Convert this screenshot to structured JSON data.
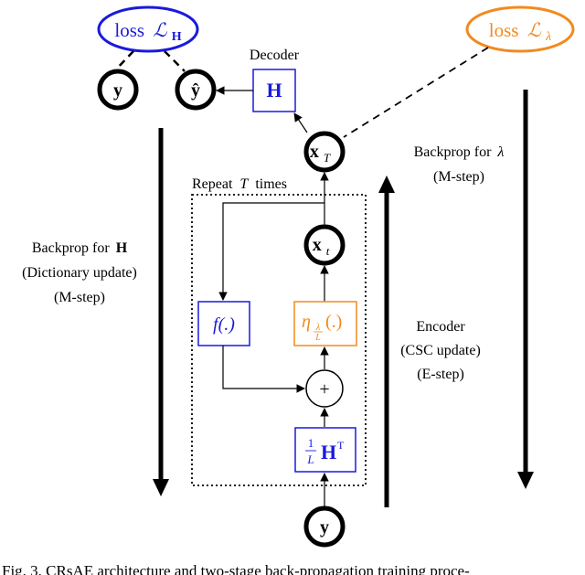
{
  "nodes": {
    "loss_h": {
      "prefix": "loss",
      "symbol": "ℒ",
      "sub": "H",
      "color": "#1a1adb"
    },
    "loss_lambda": {
      "prefix": "loss",
      "symbol": "ℒ",
      "sub": "λ",
      "color": "#f28a1e"
    },
    "y_out": {
      "label": "y"
    },
    "y_hat": {
      "label": "ŷ"
    },
    "decoder_label": "Decoder",
    "decoder_h": {
      "label": "H",
      "color": "#1a1adb"
    },
    "x_T": {
      "base": "x",
      "sub": "T"
    },
    "x_t": {
      "base": "x",
      "sub": "t"
    },
    "f_box": {
      "label": "f(.)",
      "color": "#1a1adb"
    },
    "eta_box": {
      "base": "η",
      "num": "λ",
      "den": "L",
      "arg": "(.)",
      "color": "#f28a1e"
    },
    "plus": {
      "label": "+"
    },
    "ht_box": {
      "num": "1",
      "den": "L",
      "base": "H",
      "sup": "T",
      "color": "#1a1adb"
    },
    "y_in": {
      "label": "y"
    }
  },
  "repeat": {
    "prefix": "Repeat",
    "var": "T",
    "suffix": "times"
  },
  "labels": {
    "backprop_h": [
      "Backprop for",
      "H",
      "(Dictionary update)",
      "(M-step)"
    ],
    "backprop_lambda": [
      "Backprop for",
      "λ",
      "(M-step)"
    ],
    "encoder": [
      "Encoder",
      "(CSC update)",
      "(E-step)"
    ]
  },
  "caption": "Fig. 3.   CRsAE architecture and two-stage back-propagation training proce-"
}
